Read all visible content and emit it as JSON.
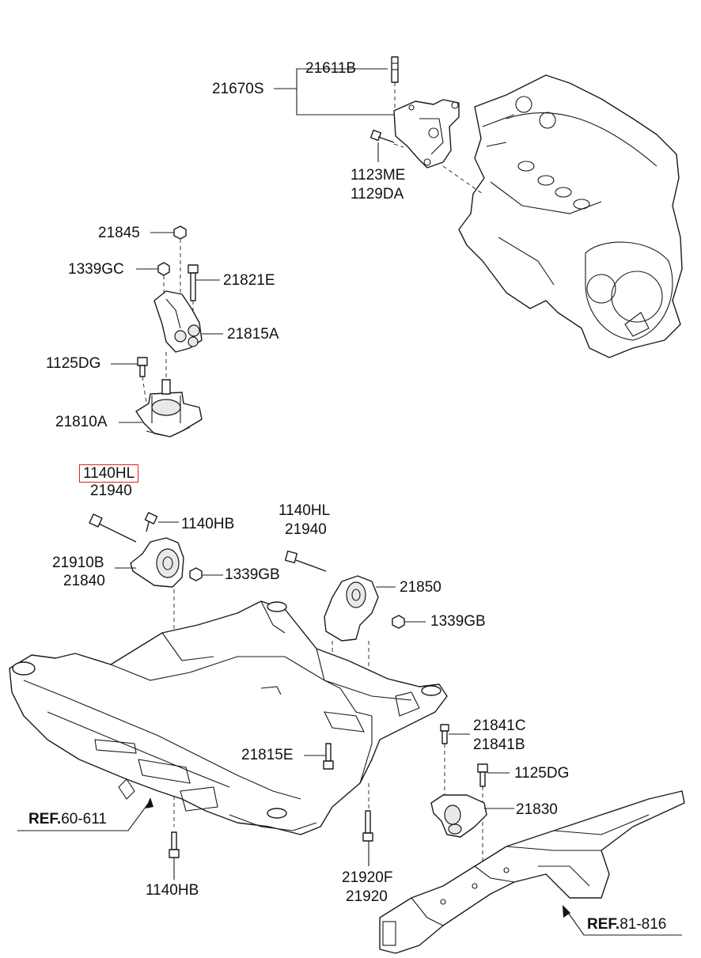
{
  "labels": {
    "p21611B": "21611B",
    "p21670S": "21670S",
    "p1123ME": "1123ME",
    "p1129DA": "1129DA",
    "p21845": "21845",
    "p1339GC": "1339GC",
    "p21821E": "21821E",
    "p21815A": "21815A",
    "p1125DG_top": "1125DG",
    "p21810A": "21810A",
    "p1140HL_left": "1140HL",
    "p21940_left": "21940",
    "p1140HB_top": "1140HB",
    "p1140HL_mid": "1140HL",
    "p21940_mid": "21940",
    "p21910B": "21910B",
    "p21840": "21840",
    "p1339GB_left": "1339GB",
    "p21850": "21850",
    "p1339GB_right": "1339GB",
    "p21841C": "21841C",
    "p21841B": "21841B",
    "p21815E": "21815E",
    "p1125DG_bottom": "1125DG",
    "p21830": "21830",
    "p1140HB_bottom": "1140HB",
    "p21920F": "21920F",
    "p21920": "21920"
  },
  "refs": {
    "ref_left_prefix": "REF.",
    "ref_left_code": "60-611",
    "ref_right_prefix": "REF.",
    "ref_right_code": "81-816"
  },
  "highlight": {
    "part": "1140HL",
    "color": "#e02020"
  }
}
